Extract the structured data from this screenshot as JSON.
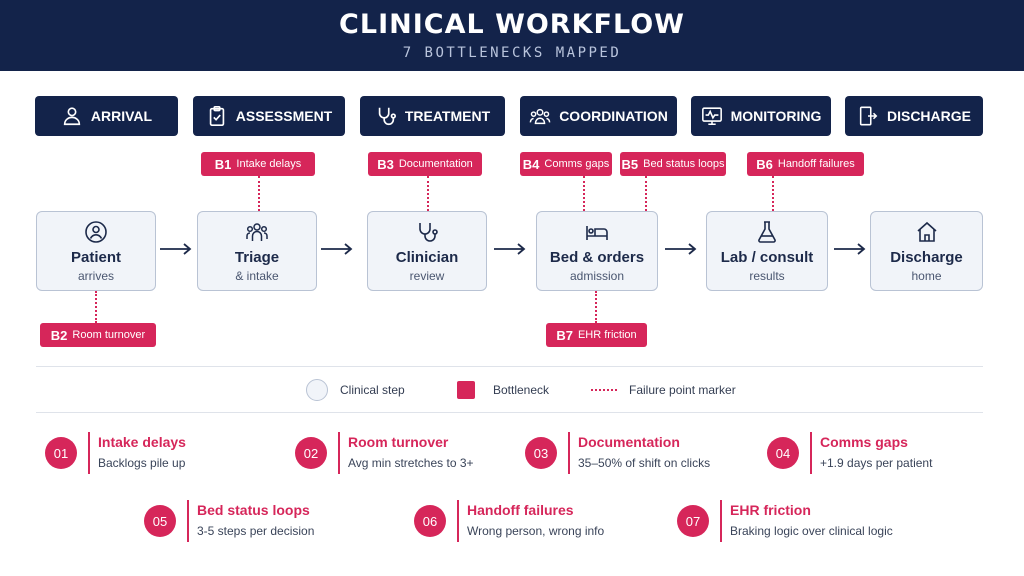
{
  "header": {
    "title": "CLINICAL WORKFLOW",
    "subtitle": "7 BOTTLENECKS MAPPED"
  },
  "phases": [
    {
      "label": "ARRIVAL",
      "icon": "person-icon"
    },
    {
      "label": "ASSESSMENT",
      "icon": "clipboard-check-icon"
    },
    {
      "label": "TREATMENT",
      "icon": "stethoscope-icon"
    },
    {
      "label": "COORDINATION",
      "icon": "team-icon"
    },
    {
      "label": "MONITORING",
      "icon": "monitor-pulse-icon"
    },
    {
      "label": "DISCHARGE",
      "icon": "exit-door-icon"
    }
  ],
  "steps": [
    {
      "title": "Patient",
      "subtitle": "arrives",
      "icon": "person-icon"
    },
    {
      "title": "Triage",
      "subtitle": "& intake",
      "icon": "team-icon"
    },
    {
      "title": "Clinician",
      "subtitle": "review",
      "icon": "stethoscope-icon"
    },
    {
      "title": "Bed & orders",
      "subtitle": "admission",
      "icon": "bed-icon"
    },
    {
      "title": "Lab / consult",
      "subtitle": "results",
      "icon": "flask-icon"
    },
    {
      "title": "Discharge",
      "subtitle": "home",
      "icon": "home-icon"
    }
  ],
  "bottleneck_tags": [
    {
      "code": "B1",
      "label": "Intake delays"
    },
    {
      "code": "B2",
      "label": "Room turnover"
    },
    {
      "code": "B3",
      "label": "Documentation"
    },
    {
      "code": "B4",
      "label": "Comms gaps"
    },
    {
      "code": "B5",
      "label": "Bed status loops"
    },
    {
      "code": "B6",
      "label": "Handoff failures"
    },
    {
      "code": "B7",
      "label": "EHR friction"
    }
  ],
  "legend": {
    "step": "Clinical step",
    "bottleneck": "Bottleneck",
    "marker": "Failure point marker"
  },
  "details": [
    {
      "num": "01",
      "title": "Intake delays",
      "text": "Backlogs pile up"
    },
    {
      "num": "02",
      "title": "Room turnover",
      "text": "Avg min stretches to 3+"
    },
    {
      "num": "03",
      "title": "Documentation",
      "text": "35–50% of shift on clicks"
    },
    {
      "num": "04",
      "title": "Comms  gaps",
      "text": "+1.9 days per patient"
    },
    {
      "num": "05",
      "title": "Bed status loops",
      "text": "3-5 steps per decision"
    },
    {
      "num": "06",
      "title": "Handoff failures",
      "text": "Wrong person, wrong info"
    },
    {
      "num": "07",
      "title": "EHR friction",
      "text": "Braking logic over clinical logic"
    }
  ],
  "colors": {
    "navy": "#13234a",
    "accent": "#d6265a",
    "step_fill": "#f1f4f9"
  }
}
